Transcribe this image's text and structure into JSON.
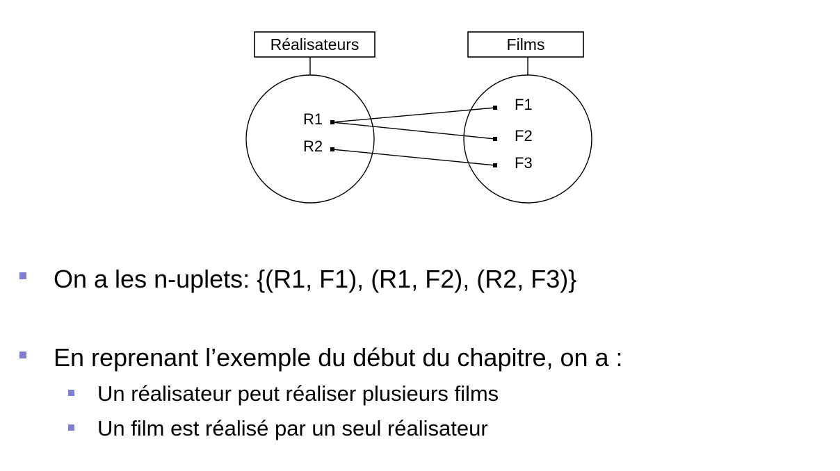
{
  "diagram": {
    "sets": [
      {
        "label": "Réalisateurs"
      },
      {
        "label": "Films"
      }
    ],
    "left_elements": [
      "R1",
      "R2"
    ],
    "right_elements": [
      "F1",
      "F2",
      "F3"
    ],
    "relations": [
      {
        "from": "R1",
        "to": "F1"
      },
      {
        "from": "R1",
        "to": "F2"
      },
      {
        "from": "R2",
        "to": "F3"
      }
    ]
  },
  "bullets": [
    {
      "level": 1,
      "text": "On a les n-uplets: {(R1, F1), (R1, F2), (R2, F3)}"
    },
    {
      "level": 1,
      "text": "En reprenant l’exemple du début du chapitre, on a :"
    },
    {
      "level": 2,
      "text": "Un réalisateur peut réaliser plusieurs films"
    },
    {
      "level": 2,
      "text": "Un film est réalisé par un seul réalisateur"
    }
  ],
  "colors": {
    "bullet_marker": "#7f7fd0",
    "stroke": "#000000"
  }
}
